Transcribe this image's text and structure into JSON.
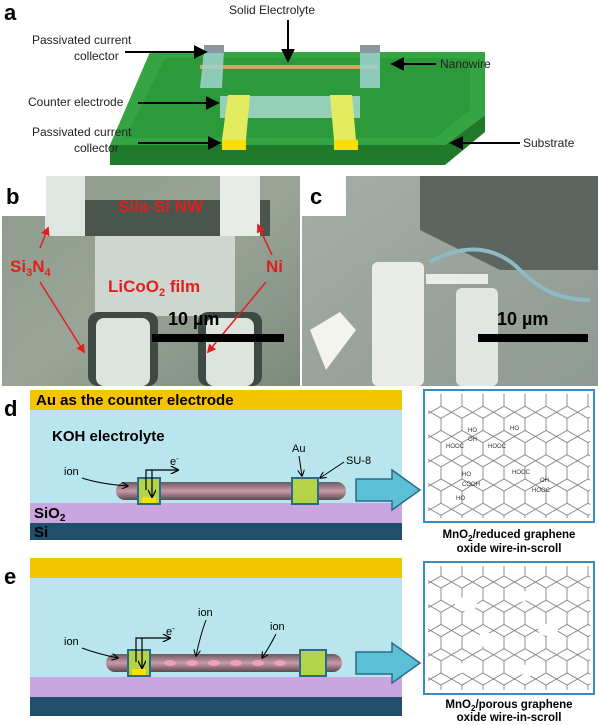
{
  "colors": {
    "substrate": "#2e9e3a",
    "nanowire": "#e0a060",
    "electrolyte_blue": "#b9e6ee",
    "gold": "#f5c400",
    "sio2": "#c9a6e0",
    "si": "#1f4f6a",
    "arrow_fill": "#5bc0d6",
    "annotation_red": "#e02020"
  },
  "panel_a": {
    "label": "a",
    "callouts": {
      "solid_electrolyte": "Solid Electrolyte",
      "passivated_top_l1": "Passivated current",
      "passivated_top_l2": "collector",
      "nanowire": "Nanowire",
      "counter_electrode": "Counter electrode",
      "passivated_bot_l1": "Passivated current",
      "passivated_bot_l2": "collector",
      "substrate": "Substrate"
    }
  },
  "panel_b": {
    "label": "b",
    "annotations": {
      "nw": "Si/a-Si NW",
      "si3n4_main": "Si",
      "si3n4_sub1": "3",
      "si3n4_n": "N",
      "si3n4_sub2": "4",
      "ni": "Ni",
      "film_main": "LiCoO",
      "film_sub": "2",
      "film_rest": " film"
    },
    "scale_bar": "10 µm"
  },
  "panel_c": {
    "label": "c",
    "scale_bar": "10 µm"
  },
  "panel_d": {
    "label": "d",
    "counter_electrode": "Au as the counter electrode",
    "electrolyte": "KOH electrolyte",
    "au_label": "Au",
    "su8_label": "SU-8",
    "ion_label": "ion",
    "electron_main": "e",
    "electron_sup": "-",
    "sio2_main": "SiO",
    "sio2_sub": "2",
    "si": "Si",
    "chem_groups": [
      "HO",
      "OH",
      "HOOC",
      "HOOC",
      "HO",
      "HO",
      "COOH",
      "HOOC",
      "HO",
      "OH",
      "HOOC"
    ],
    "caption_l1_main": "MnO",
    "caption_l1_sub": "2",
    "caption_l1_rest": "/reduced graphene",
    "caption_l2": "oxide wire-in-scroll"
  },
  "panel_e": {
    "label": "e",
    "ion_label_1": "ion",
    "ion_label_2": "ion",
    "ion_label_3": "ion",
    "electron_main": "e",
    "electron_sup": "-",
    "caption_l1_main": "MnO",
    "caption_l1_sub": "2",
    "caption_l1_rest": "/porous graphene",
    "caption_l2": "oxide wire-in-scroll"
  }
}
